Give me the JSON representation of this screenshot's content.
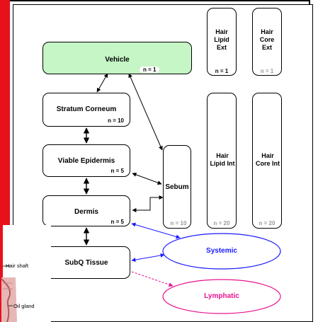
{
  "diagram": {
    "vehicle": {
      "label": "Vehicle",
      "n": "n = 1",
      "fill": "#c6f5c6"
    },
    "stratum": {
      "label": "Stratum Corneum",
      "n": "n = 10"
    },
    "epidermis": {
      "label": "Viable Epidermis",
      "n": "n = 5"
    },
    "dermis": {
      "label": "Dermis",
      "n": "n = 5"
    },
    "subq": {
      "label": "SubQ Tissue"
    },
    "sebum": {
      "label": "Sebum",
      "n": "n = 10"
    },
    "hair_lipid_ext": {
      "label": "Hair\nLipid\nExt",
      "n": "n = 1"
    },
    "hair_core_ext": {
      "label": "Hair\nCore\nExt",
      "n": "n = 1"
    },
    "hair_lipid_int": {
      "label": "Hair\nLipid Int",
      "n": "n = 20"
    },
    "hair_core_int": {
      "label": "Hair\nCore Int",
      "n": "n = 20"
    },
    "systemic": {
      "label": "Systemic",
      "color": "#1a1aff"
    },
    "lymphatic": {
      "label": "Lymphatic",
      "color": "#e8138f"
    }
  },
  "inset": {
    "hair_shaft": "Hair shaft",
    "oil_gland": "Oil gland"
  }
}
